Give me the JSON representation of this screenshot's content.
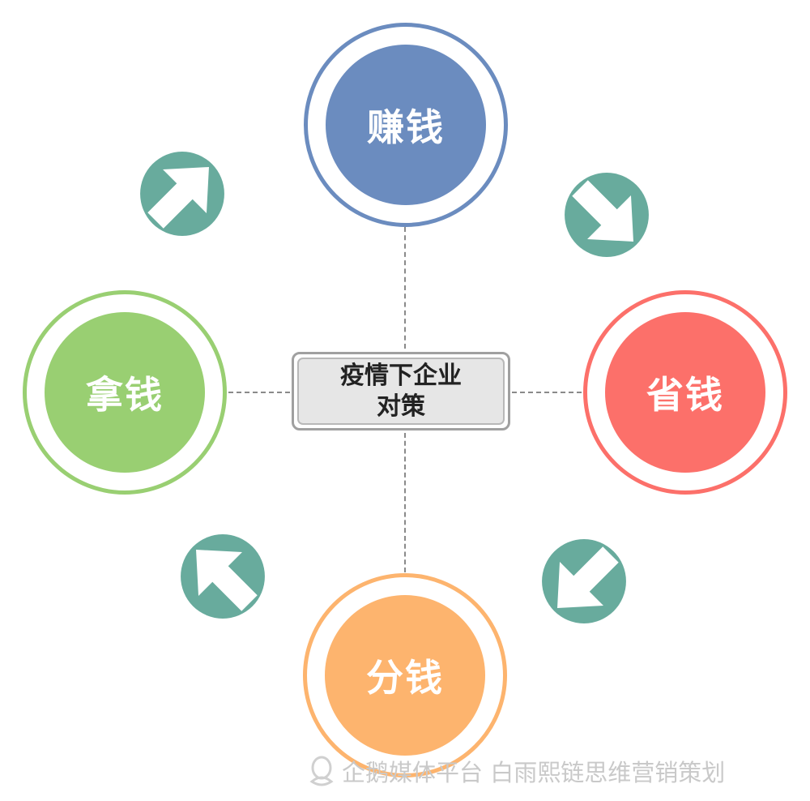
{
  "center": {
    "line1": "疫情下企业",
    "line2": "对策"
  },
  "nodes": {
    "top": {
      "label": "赚钱",
      "color": "#6b8cbf"
    },
    "right": {
      "label": "省钱",
      "color": "#fc706a"
    },
    "bottom": {
      "label": "分钱",
      "color": "#fdb46e"
    },
    "left": {
      "label": "拿钱",
      "color": "#99cf72"
    }
  },
  "arrows": {
    "color": "#68ab9d",
    "top_left": "arrow-up-right-icon",
    "top_right": "arrow-down-right-icon",
    "bottom_right": "arrow-down-left-icon",
    "bottom_left": "arrow-up-left-icon"
  },
  "connector_color": "#8a8a8a",
  "watermark": {
    "text": "企鹅媒体平台 白雨熙链思维营销策划"
  }
}
